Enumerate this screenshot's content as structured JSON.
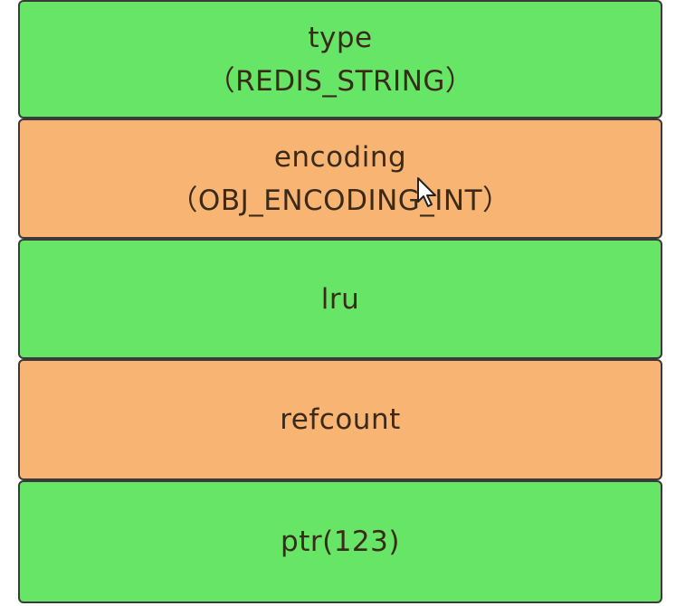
{
  "blocks": [
    {
      "lines": [
        "type",
        "（REDIS_STRING）"
      ],
      "color": "#66e566"
    },
    {
      "lines": [
        "encoding",
        "（OBJ_ENCODING_INT）"
      ],
      "color": "#f7b473"
    },
    {
      "lines": [
        "lru"
      ],
      "color": "#66e566"
    },
    {
      "lines": [
        "refcount"
      ],
      "color": "#f7b473"
    },
    {
      "lines": [
        "ptr(123)"
      ],
      "color": "#66e566"
    }
  ],
  "icons": {
    "cursor": "mouse-pointer-icon"
  }
}
